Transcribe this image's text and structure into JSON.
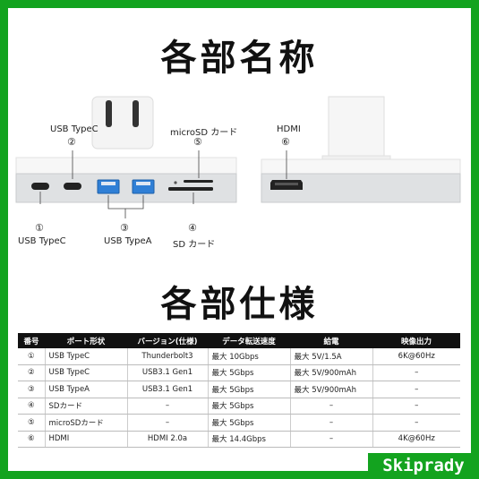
{
  "title_names": "各部名称",
  "title_specs": "各部仕様",
  "ports": {
    "p1_num": "①",
    "p1_label": "USB TypeC",
    "p2_num": "②",
    "p2_label": "USB TypeC",
    "p3_num": "③",
    "p3_label": "USB TypeA",
    "p4_num": "④",
    "p4_label": "SD カード",
    "p5_num": "⑤",
    "p5_label": "microSD カード",
    "p6_num": "⑥",
    "p6_label": "HDMI"
  },
  "table": {
    "headers": [
      "番号",
      "ポート形状",
      "バージョン(仕様)",
      "データ転送速度",
      "給電",
      "映像出力"
    ],
    "rows": [
      [
        "①",
        "USB TypeC",
        "Thunderbolt3",
        "最大 10Gbps",
        "最大 5V/1.5A",
        "6K@60Hz"
      ],
      [
        "②",
        "USB TypeC",
        "USB3.1 Gen1",
        "最大 5Gbps",
        "最大 5V/900mAh",
        "–"
      ],
      [
        "③",
        "USB TypeA",
        "USB3.1 Gen1",
        "最大 5Gbps",
        "最大 5V/900mAh",
        "–"
      ],
      [
        "④",
        "SDカード",
        "–",
        "最大 5Gbps",
        "–",
        "–"
      ],
      [
        "⑤",
        "microSDカード",
        "–",
        "最大 5Gbps",
        "–",
        "–"
      ],
      [
        "⑥",
        "HDMI",
        "HDMI 2.0a",
        "最大 14.4Gbps",
        "–",
        "4K@60Hz"
      ]
    ]
  },
  "watermark": "Skiprady",
  "colors": {
    "frame": "#13a31f",
    "usb_a_blue": "#2f7fd6",
    "header_bg": "#111111"
  }
}
